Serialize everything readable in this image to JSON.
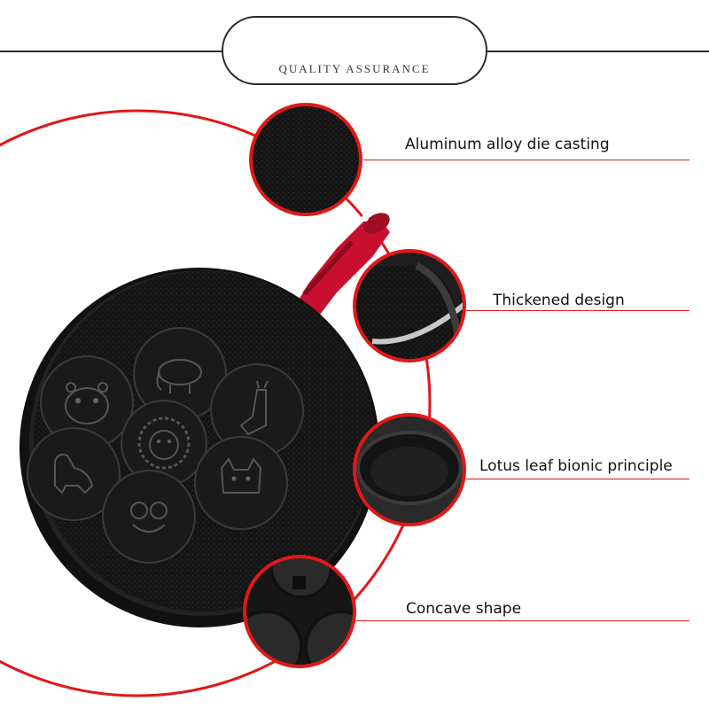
{
  "header": {
    "title": "QUALITY ASSURANCE"
  },
  "product": {
    "name": "pancake-pan",
    "accent_color": "#e01818",
    "pan_color": "#1c1c1c",
    "handle_color": "#c8102e",
    "molds": [
      "hippo-icon",
      "elephant-icon",
      "llama-icon",
      "lion-icon",
      "dinosaur-icon",
      "owl-icon",
      "cat-icon"
    ]
  },
  "features": [
    {
      "label": "Aluminum alloy die casting",
      "detail": "textured-surface"
    },
    {
      "label": "Thickened design",
      "detail": "pan-edge"
    },
    {
      "label": "Lotus leaf bionic principle",
      "detail": "oval-mold"
    },
    {
      "label": "Concave shape",
      "detail": "concave-molds"
    }
  ]
}
